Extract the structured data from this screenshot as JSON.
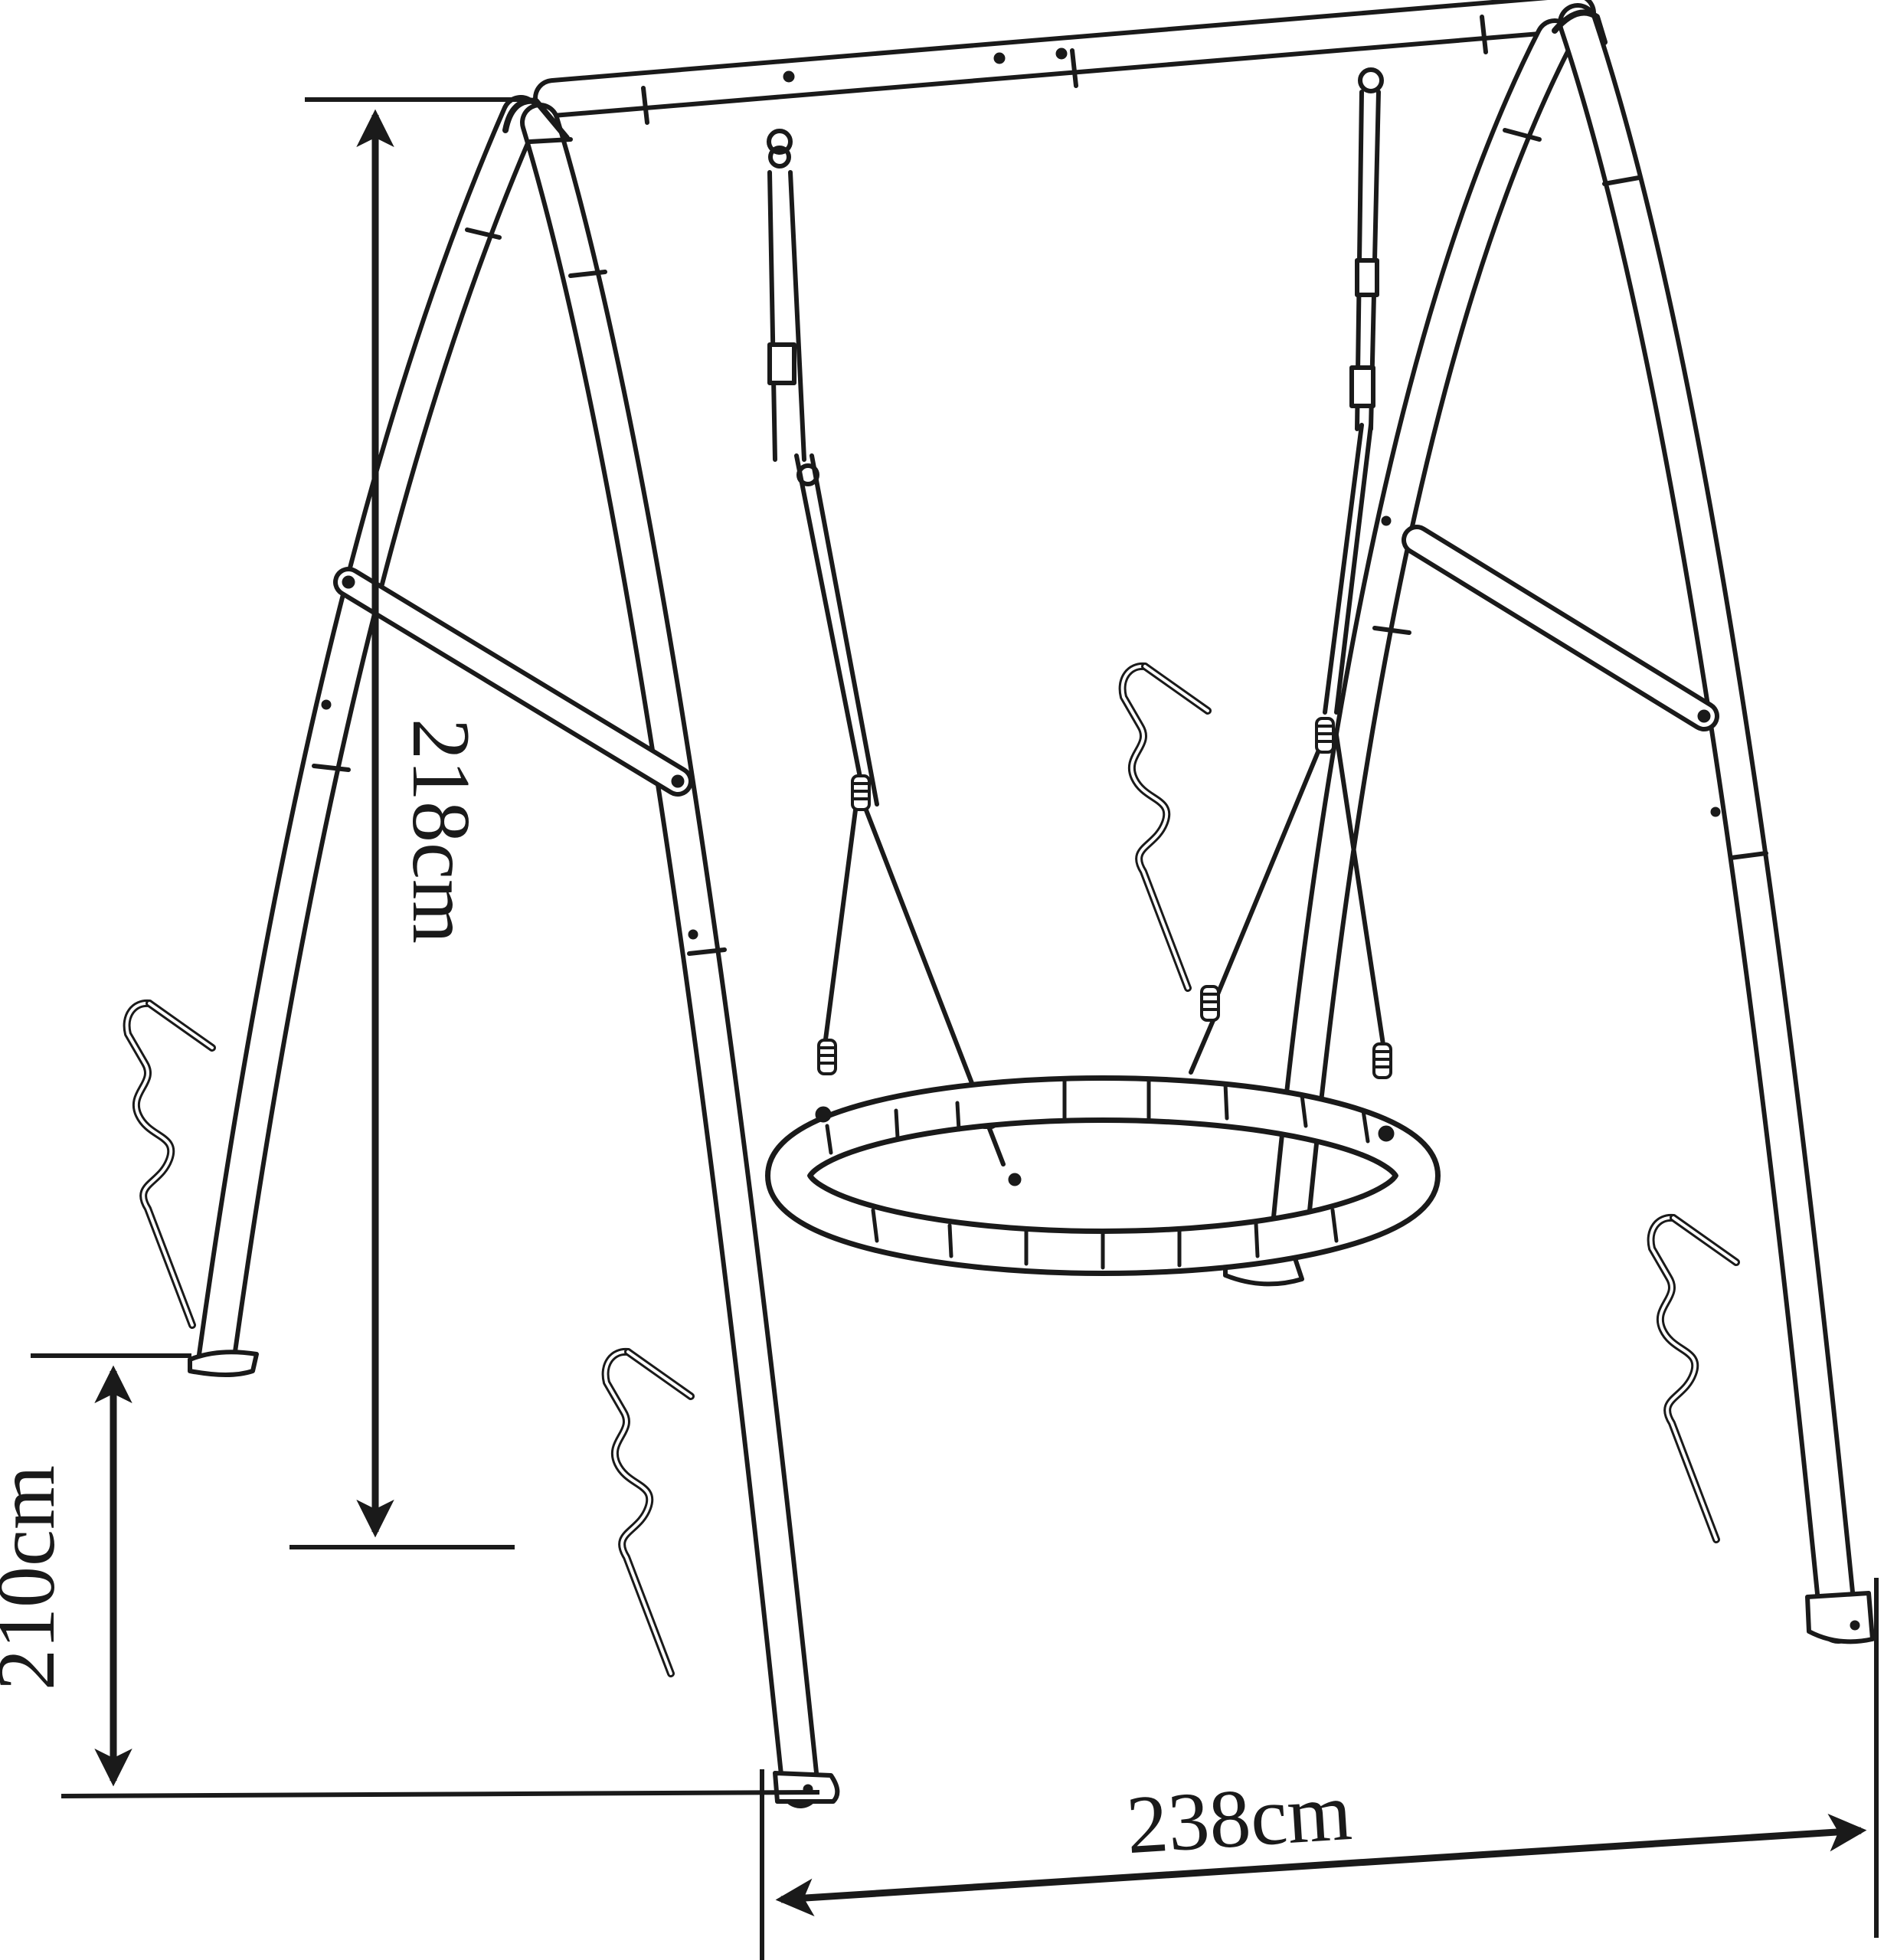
{
  "dimensions": {
    "height_top": "218cm",
    "height_side": "210cm",
    "width": "238cm"
  },
  "colors": {
    "line": "#1a1a1a",
    "background": "#ffffff"
  },
  "objects": {
    "frame": "A-frame swing stand",
    "seat": "nest swing seat",
    "anchors": "ground anchor stakes"
  }
}
